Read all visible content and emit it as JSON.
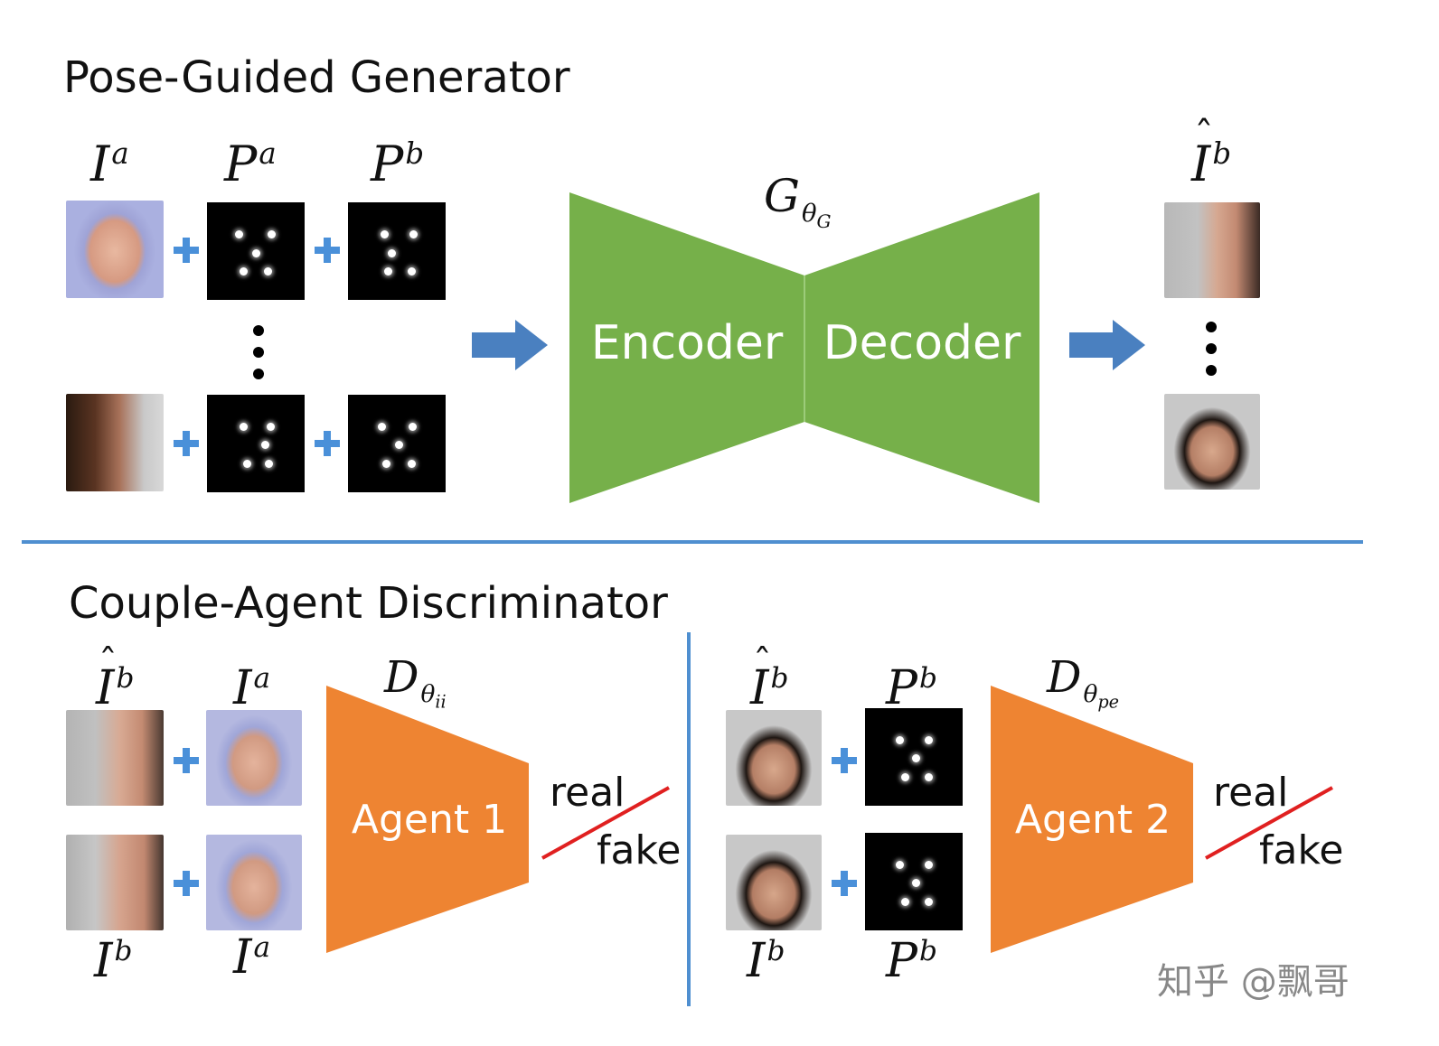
{
  "generator": {
    "title": "Pose-Guided Generator",
    "labels": {
      "ia": "I",
      "ia_sup": "a",
      "pa": "P",
      "pa_sup": "a",
      "pb": "P",
      "pb_sup": "b",
      "ibhat": "I",
      "ibhat_sup": "b"
    },
    "network": {
      "symbol": "G",
      "sub": "θ",
      "subsub": "G",
      "encoder": "Encoder",
      "decoder": "Decoder"
    }
  },
  "discriminator": {
    "title": "Couple-Agent Discriminator",
    "agent1": {
      "symbol": "D",
      "sub": "θ",
      "subsub": "ii",
      "label": "Agent 1",
      "real": "real",
      "fake": "fake",
      "top_left": "I",
      "top_left_sup": "b",
      "top_right": "I",
      "top_right_sup": "a",
      "bottom_left": "I",
      "bottom_left_sup": "b",
      "bottom_right": "I",
      "bottom_right_sup": "a"
    },
    "agent2": {
      "symbol": "D",
      "sub": "θ",
      "subsub": "pe",
      "label": "Agent 2",
      "real": "real",
      "fake": "fake",
      "top_left": "I",
      "top_left_sup": "b",
      "top_right": "P",
      "top_right_sup": "b",
      "bottom_left": "I",
      "bottom_left_sup": "b",
      "bottom_right": "P",
      "bottom_right_sup": "b"
    }
  },
  "watermark": "知乎 @飘哥",
  "colors": {
    "green": "#76b04a",
    "orange": "#ee8432",
    "blue": "#4a90d9",
    "line": "#4f8fd0",
    "red": "#e02020"
  }
}
